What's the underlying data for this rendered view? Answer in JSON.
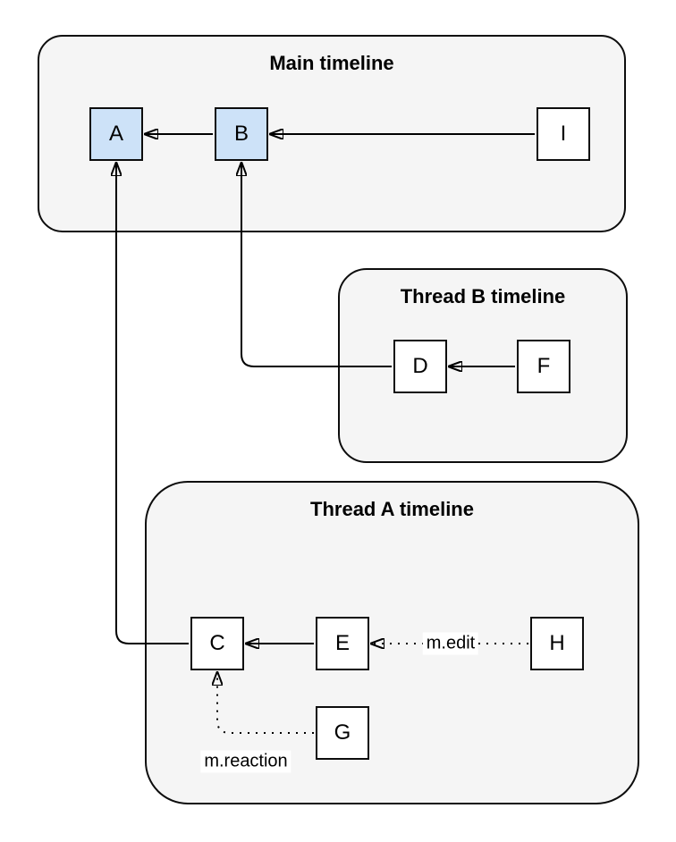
{
  "diagram": {
    "kind": "event-graph",
    "background_color": "#ffffff"
  },
  "groups": {
    "main": {
      "title": "Main timeline"
    },
    "thread_b": {
      "title": "Thread B timeline"
    },
    "thread_a": {
      "title": "Thread A timeline"
    }
  },
  "nodes": {
    "a": {
      "label": "A",
      "highlighted": true,
      "group": "Main timeline"
    },
    "b": {
      "label": "B",
      "highlighted": true,
      "group": "Main timeline"
    },
    "i": {
      "label": "I",
      "highlighted": false,
      "group": "Main timeline"
    },
    "d": {
      "label": "D",
      "highlighted": false,
      "group": "Thread B timeline"
    },
    "f": {
      "label": "F",
      "highlighted": false,
      "group": "Thread B timeline"
    },
    "c": {
      "label": "C",
      "highlighted": false,
      "group": "Thread A timeline"
    },
    "e": {
      "label": "E",
      "highlighted": false,
      "group": "Thread A timeline"
    },
    "h": {
      "label": "H",
      "highlighted": false,
      "group": "Thread A timeline"
    },
    "g": {
      "label": "G",
      "highlighted": false,
      "group": "Thread A timeline"
    }
  },
  "edges": [
    {
      "from": "B",
      "to": "A",
      "style": "solid",
      "label": ""
    },
    {
      "from": "I",
      "to": "B",
      "style": "solid",
      "label": ""
    },
    {
      "from": "F",
      "to": "D",
      "style": "solid",
      "label": ""
    },
    {
      "from": "E",
      "to": "C",
      "style": "solid",
      "label": ""
    },
    {
      "from": "D",
      "to": "B",
      "style": "solid",
      "label": ""
    },
    {
      "from": "C",
      "to": "A",
      "style": "solid",
      "label": ""
    },
    {
      "from": "H",
      "to": "E",
      "style": "dotted",
      "label": "m.edit"
    },
    {
      "from": "G",
      "to": "C",
      "style": "dotted",
      "label": "m.reaction"
    }
  ],
  "colors": {
    "group_fill": "#f5f5f5",
    "node_fill": "#ffffff",
    "highlight_node_fill": "#cde2f8",
    "stroke": "#000000",
    "label_background": "#ffffff"
  }
}
